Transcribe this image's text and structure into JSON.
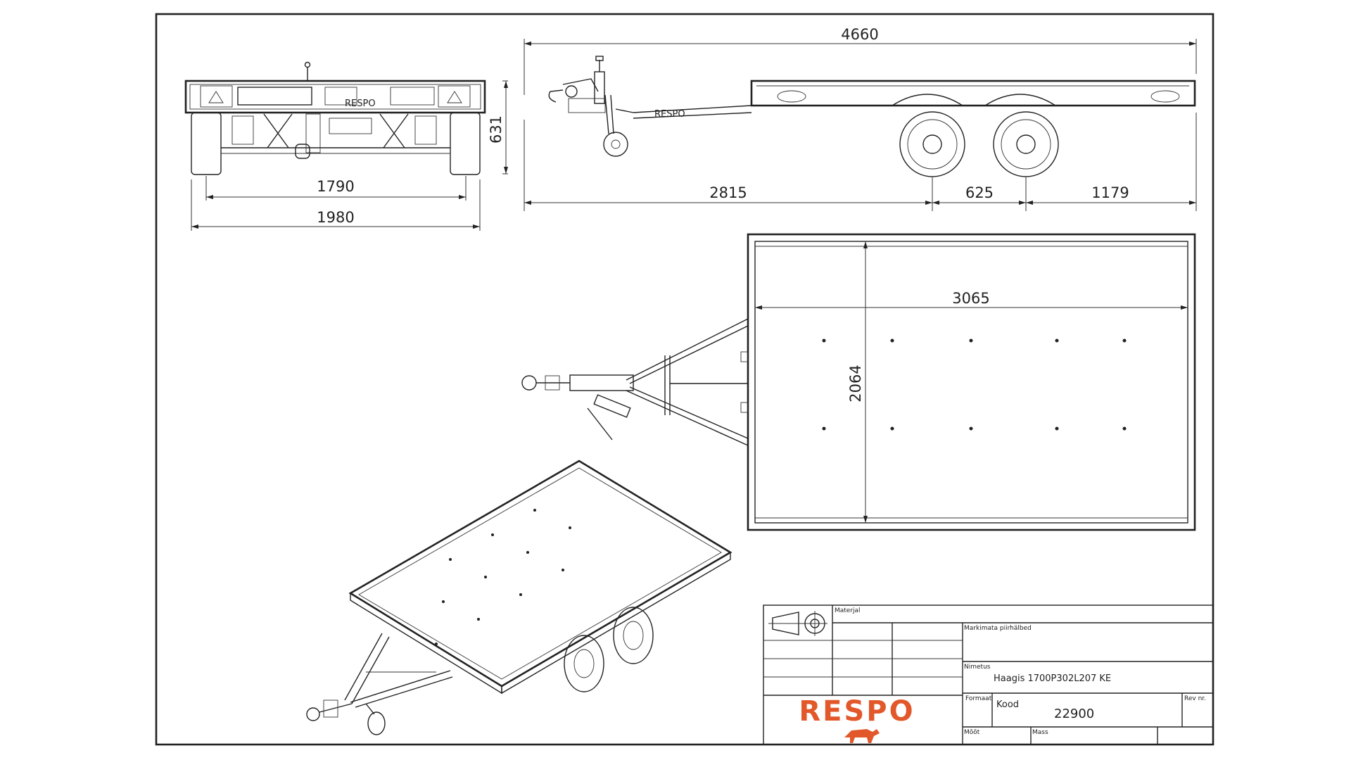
{
  "dimensions": {
    "overall_length": "4660",
    "height": "631",
    "track_width": "1790",
    "overall_width": "1980",
    "drawbar_length": "2815",
    "axle_spacing": "625",
    "rear_overhang": "1179",
    "deck_length": "3065",
    "deck_width": "2064"
  },
  "title_block": {
    "material_label": "Materjal",
    "marking_label": "Markimata piirhälbed",
    "name_label": "Nimetus",
    "name_value": "Haagis 1700P302L207 KE",
    "format_label": "Formaat",
    "code_label": "Kood",
    "code_value": "22900",
    "rev_label": "Rev nr.",
    "scale_label": "Mõõt",
    "mass_label": "Mass",
    "logo_text": "RESPO"
  },
  "side_view_label": "RESPO",
  "colors": {
    "line": "#222222",
    "logo": "#e2582a"
  }
}
